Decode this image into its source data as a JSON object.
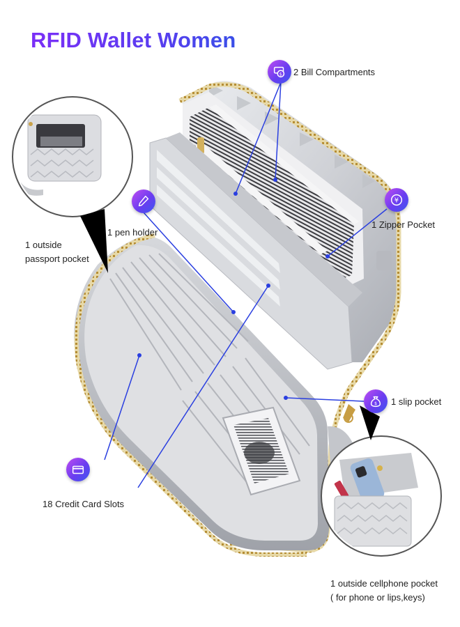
{
  "title": "RFID Wallet Women",
  "colors": {
    "title_gradient_start": "#7b2ff7",
    "title_gradient_end": "#3a4fe8",
    "callout_line": "#2a3fe0",
    "wallet_silver": "#d9dade",
    "zipper_gold": "#c9a24a"
  },
  "callouts": {
    "bill": {
      "text": "2 Bill Compartments",
      "icon": "dollar-bills-icon"
    },
    "zipper": {
      "text": "1 Zipper Pocket",
      "icon": "yen-coin-icon"
    },
    "pen": {
      "text": "1 pen holder",
      "icon": "pen-icon"
    },
    "passport": {
      "line1": "1 outside",
      "line2": "passport pocket"
    },
    "slip": {
      "text": "1 slip pocket",
      "icon": "money-bag-icon"
    },
    "cards": {
      "text": "18 Credit Card Slots",
      "icon": "credit-card-icon"
    },
    "phone": {
      "line1": "1 outside cellphone pocket",
      "line2": "( for phone or lips,keys)"
    }
  }
}
